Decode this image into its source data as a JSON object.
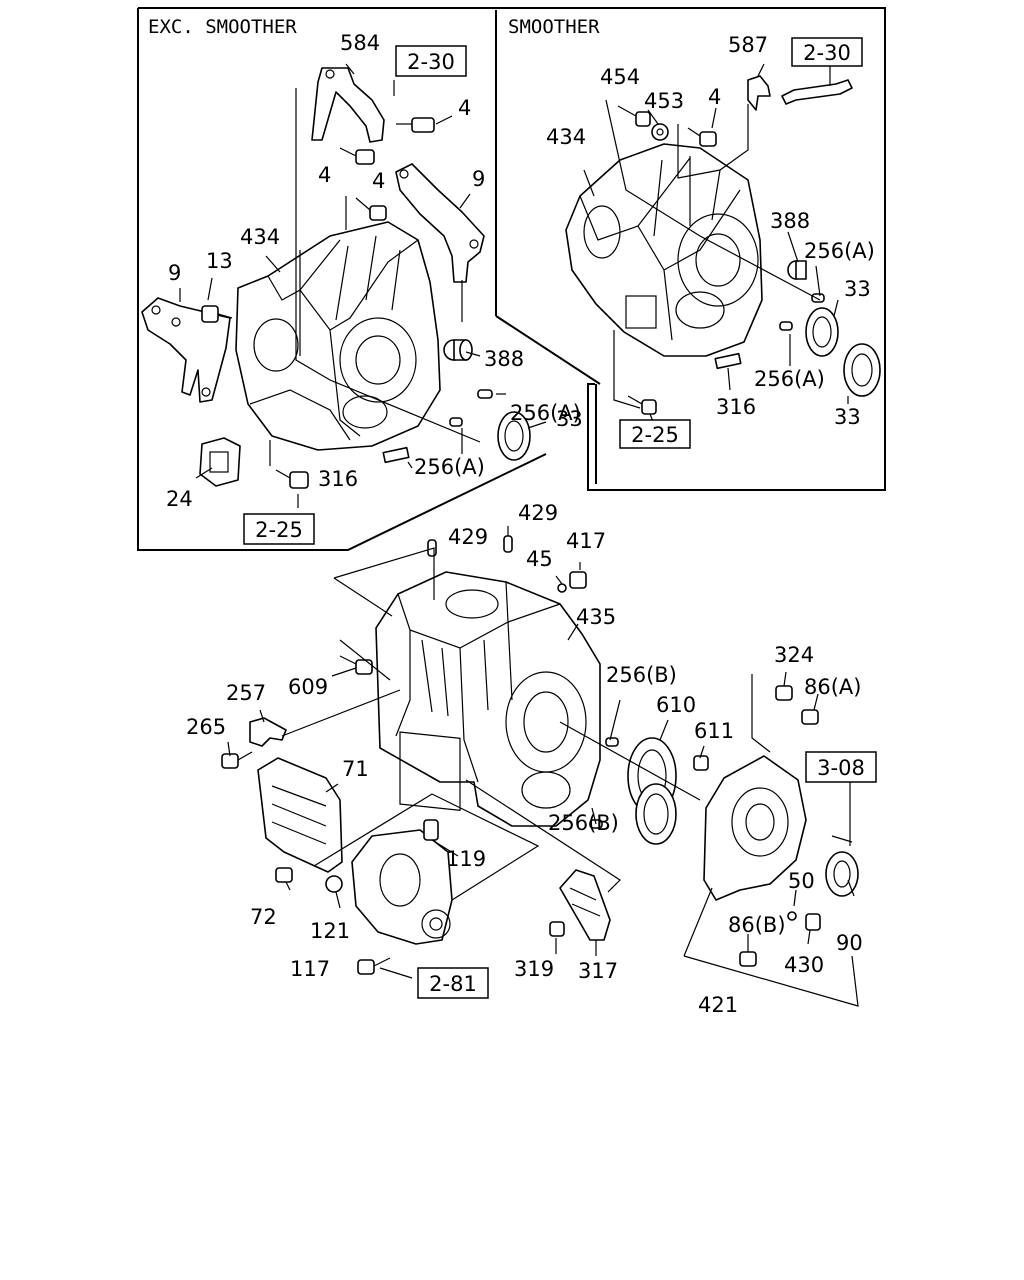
{
  "sections": {
    "exc_smoother": "EXC. SMOOTHER",
    "smoother": "SMOOTHER"
  },
  "references": {
    "r1": "2-30",
    "r2": "2-30",
    "r3": "2-25",
    "r4": "2-25",
    "r5": "3-08",
    "r6": "2-81"
  },
  "callouts": {
    "c584": "584",
    "c4a": "4",
    "c4b": "4",
    "c4c": "4",
    "c9a": "9",
    "c434a": "434",
    "c13": "13",
    "c9b": "9",
    "c388a": "388",
    "c256a1": "256(A)",
    "c33a": "33",
    "c316a": "316",
    "c256a2": "256(A)",
    "c24": "24",
    "c587": "587",
    "c454": "454",
    "c453": "453",
    "c4d": "4",
    "c434b": "434",
    "c388b": "388",
    "c256a3": "256(A)",
    "c33b": "33",
    "c256a4": "256(A)",
    "c316b": "316",
    "c33c": "33",
    "c429a": "429",
    "c429b": "429",
    "c45": "45",
    "c417": "417",
    "c435": "435",
    "c609": "609",
    "c257": "257",
    "c265": "265",
    "c71": "71",
    "c256b1": "256(B)",
    "c610": "610",
    "c611": "611",
    "c256b2": "256(B)",
    "c324": "324",
    "c86a": "86(A)",
    "c72": "72",
    "c119": "119",
    "c121": "121",
    "c117": "117",
    "c319": "319",
    "c317": "317",
    "c50": "50",
    "c90": "90",
    "c86b": "86(B)",
    "c430": "430",
    "c421": "421"
  }
}
